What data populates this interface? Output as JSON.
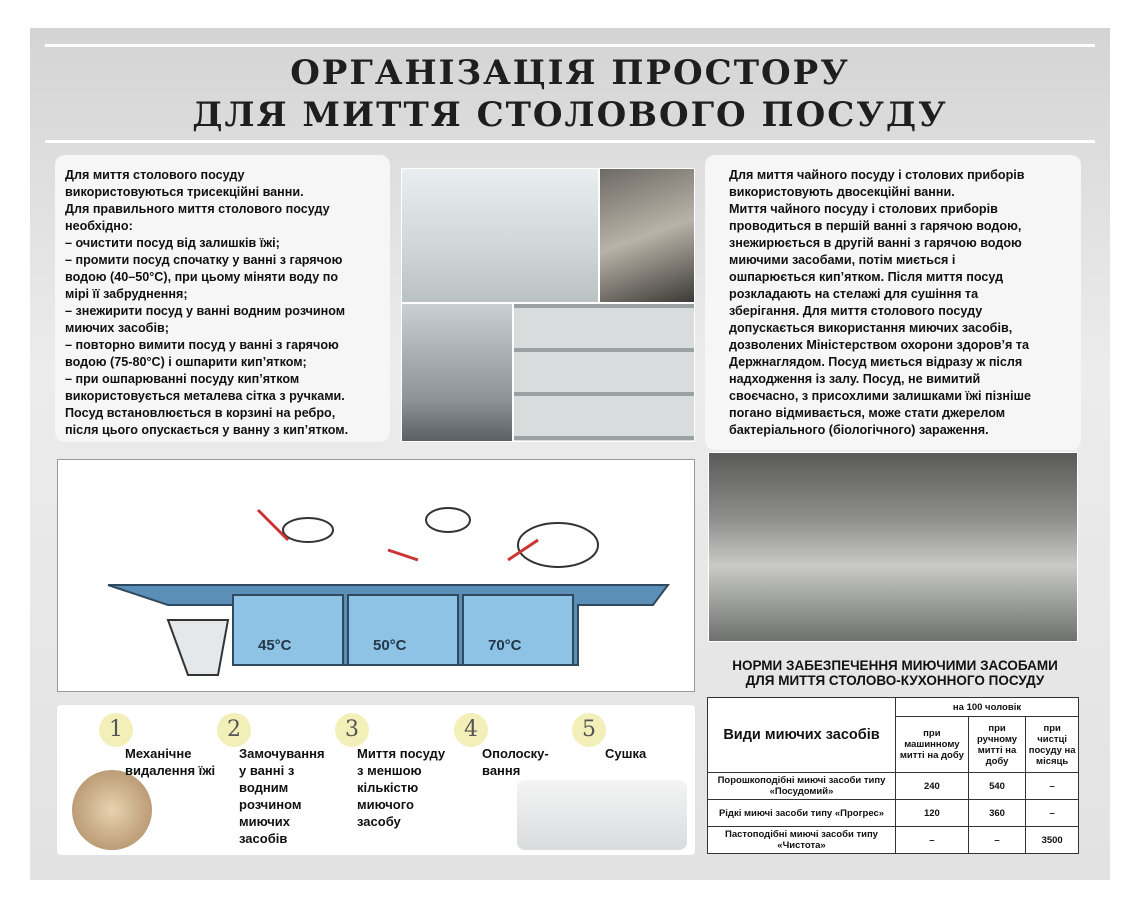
{
  "title": {
    "line1": "ОРГАНІЗАЦІЯ ПРОСТОРУ",
    "line2": "ДЛЯ МИТТЯ СТОЛОВОГО ПОСУДУ"
  },
  "left_text": "Для миття столового посуду\nвикористовуються трисекційні ванни.\nДля правильного миття столового посуду\nнеобхідно:\n– очистити посуд від залишків їжі;\n– промити посуд спочатку у ванні з гарячою\nводою (40–50°С), при цьому міняти воду по\nмірі її забруднення;\n– знежирити посуд у ванні водним розчином\nмиючих засобів;\n– повторно вимити посуд у ванні з гарячою\nводою (75-80°С) і ошпарити кип’ятком;\n– при ошпарюванні посуду кип’ятком\nвикористовується металева сітка з ручками.\nПосуд встановлюється в корзині на ребро,\nпісля цього опускається у ванну з кип’ятком.",
  "right_text": "Для миття чайного посуду і столових приборів\nвикористовують двосекційні ванни.\nМиття чайного посуду і столових приборів\nпроводиться в першій ванні з гарячою водою,\nзнежирюється в другій ванні з гарячою водою\nмиючими засобами, потім миється і\nошпарюється кип’ятком. Після миття посуд\nрозкладають на стелажі для сушіння та\nзберігання. Для миття столового посуду\nдопускається використання миючих засобів,\nдозволених Міністерством охорони здоров’я та\nДержнаглядом. Посуд миється відразу ж після\nнадходження із залу. Посуд, не вимитий\nсвоєчасно, з присохлими залишками їжі пізніше\nпогано відмивається, може стати джерелом\nбактеріального (біологічного) зараження.",
  "diagram": {
    "temps": [
      "45°С",
      "50°С",
      "70°С"
    ]
  },
  "table": {
    "title": "НОРМИ ЗАБЕЗПЕЧЕННЯ МИЮЧИМИ ЗАСОБАМИ\nДЛЯ МИТТЯ СТОЛОВО-КУХОННОГО ПОСУДУ",
    "row_header": "Види миючих засобів",
    "group_header": "на 100 чоловік",
    "columns": [
      "при машинному митті на добу",
      "при ручному митті на добу",
      "при чистці посуду на місяць"
    ],
    "rows": [
      {
        "name": "Порошкоподібні миючі засоби типу «Посудомий»",
        "values": [
          "240",
          "540",
          "–"
        ]
      },
      {
        "name": "Рідкі миючі засоби типу «Прогрес»",
        "values": [
          "120",
          "360",
          "–"
        ]
      },
      {
        "name": "Пастоподібні миючі засоби типу «Чистота»",
        "values": [
          "–",
          "–",
          "3500"
        ]
      }
    ]
  },
  "steps": [
    {
      "n": "1",
      "label": "Механічне\nвидалення їжі"
    },
    {
      "n": "2",
      "label": "Замочування\nу ванні з\nводним\nрозчином\nмиючих\nзасобів"
    },
    {
      "n": "3",
      "label": "Миття посуду\nз меншою\nкількістю\nмиючого\nзасобу"
    },
    {
      "n": "4",
      "label": "Ополоску-\nвання"
    },
    {
      "n": "5",
      "label": "Сушка"
    }
  ]
}
